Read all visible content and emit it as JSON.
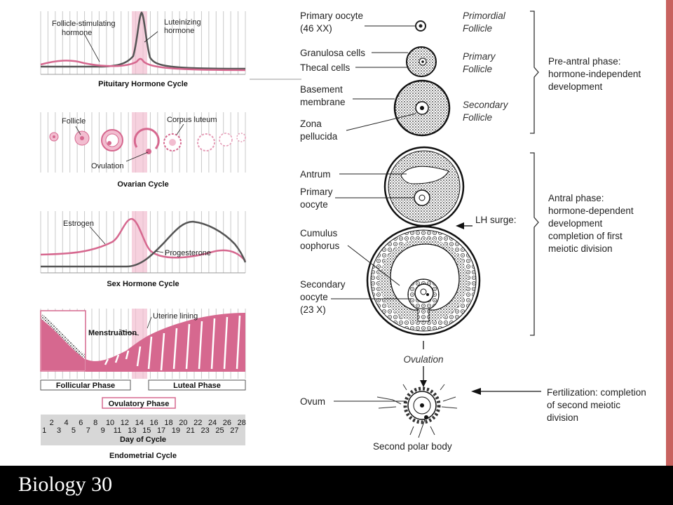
{
  "slide": {
    "title": "Biology 30"
  },
  "left": {
    "pituitary": {
      "fsh": [
        "Follicle-stimulating",
        "hormone"
      ],
      "lh": [
        "Luteinizing",
        "hormone"
      ],
      "caption": "Pituitary Hormone Cycle"
    },
    "ovarian": {
      "follicle": "Follicle",
      "corpus_luteum": "Corpus luteum",
      "ovulation": "Ovulation",
      "caption": "Ovarian Cycle"
    },
    "sex": {
      "estrogen": "Estrogen",
      "progesterone": "Progesterone",
      "caption": "Sex Hormone Cycle"
    },
    "endo": {
      "uterine_lining": "Uterine lining",
      "menstruation": "Menstruation",
      "follicular_phase": "Follicular Phase",
      "luteal_phase": "Luteal Phase",
      "ovulatory_phase": "Ovulatory Phase",
      "day_axis": "Day of Cycle",
      "caption": "Endometrial Cycle",
      "days_top": [
        "2",
        "4",
        "6",
        "8",
        "10",
        "12",
        "14",
        "16",
        "18",
        "20",
        "22",
        "24",
        "26",
        "28"
      ],
      "days_bottom": [
        "1",
        "3",
        "5",
        "7",
        "9",
        "11",
        "13",
        "15",
        "17",
        "19",
        "21",
        "23",
        "25",
        "27"
      ]
    }
  },
  "right": {
    "primary_oocyte": [
      "Primary oocyte",
      "(46 XX)"
    ],
    "primordial_follicle": [
      "Primordial",
      "Follicle"
    ],
    "granulosa_cells": "Granulosa cells",
    "thecal_cells": "Thecal cells",
    "primary_follicle": [
      "Primary",
      "Follicle"
    ],
    "basement_membrane": [
      "Basement",
      "membrane"
    ],
    "zona_pellucida": [
      "Zona",
      "pellucida"
    ],
    "secondary_follicle": [
      "Secondary",
      "Follicle"
    ],
    "preantral_phase": [
      "Pre-antral phase:",
      "hormone-independent",
      "development"
    ],
    "antrum": "Antrum",
    "primary_oocyte_2": [
      "Primary",
      "oocyte"
    ],
    "lh_surge": "LH surge:",
    "antral_phase": [
      "Antral phase:",
      "hormone-dependent",
      "development",
      "completion of first",
      "meiotic division"
    ],
    "cumulus": [
      "Cumulus",
      "oophorus"
    ],
    "secondary_oocyte": [
      "Secondary",
      "oocyte",
      "(23 X)"
    ],
    "ovulation": "Ovulation",
    "ovum": "Ovum",
    "fertilization": [
      "Fertilization: completion",
      "of second meiotic",
      "division"
    ],
    "second_polar_body": "Second polar body"
  },
  "colors": {
    "pink": "#d6688f",
    "pink_light": "#f2bdd0",
    "line": "#222222",
    "grid": "#c8c8c8",
    "accent": "#c8625f",
    "footer": "#000000"
  }
}
